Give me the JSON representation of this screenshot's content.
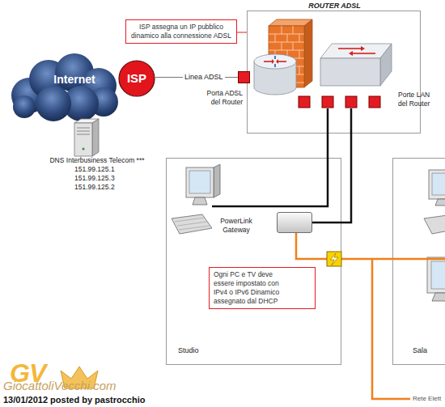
{
  "diagram": {
    "nodes": [
      {
        "text": [
          "Internet"
        ]
      },
      {
        "text": [
          "ISP"
        ]
      },
      {
        "text": [
          "DNS Interbusiness Telecom ***",
          "151.99.125.1 151.99.125.3 151.99.125.2"
        ]
      },
      {
        "text": [
          "ISP assegna un IP pubblico dinamico alla connessione ADSL"
        ]
      },
      {
        "text": [
          "ROUTER ADSL"
        ]
      },
      {
        "text": [
          "Porta ADSL del Router"
        ],
        "in": 4
      },
      {
        "text": [
          "Porte LAN del Router"
        ],
        "in": 4
      },
      {
        "text": [
          "Studio"
        ]
      },
      {
        "text": [
          "PowerLink Gateway"
        ],
        "in": 7
      },
      {
        "text": [
          "Ogni PC e TV deve essere impostato con IPv4 o IPv6 Dinamico assegnato dal DHCP"
        ],
        "in": 7
      },
      {
        "text": [
          "Sala"
        ]
      }
    ],
    "edges": [
      {
        "from": 1,
        "to": 5,
        "label": "Linea ADSL",
        "arrow": "none"
      },
      {
        "from": 6,
        "to": 8,
        "arrow": "none"
      },
      {
        "from": 8,
        "to": 10,
        "arrow": "none"
      }
    ],
    "labels": [
      "Rete Elett",
      "GV",
      "GiocattoliVecchi.com",
      "13/01/2012 posted by pastrocchio"
    ]
  }
}
